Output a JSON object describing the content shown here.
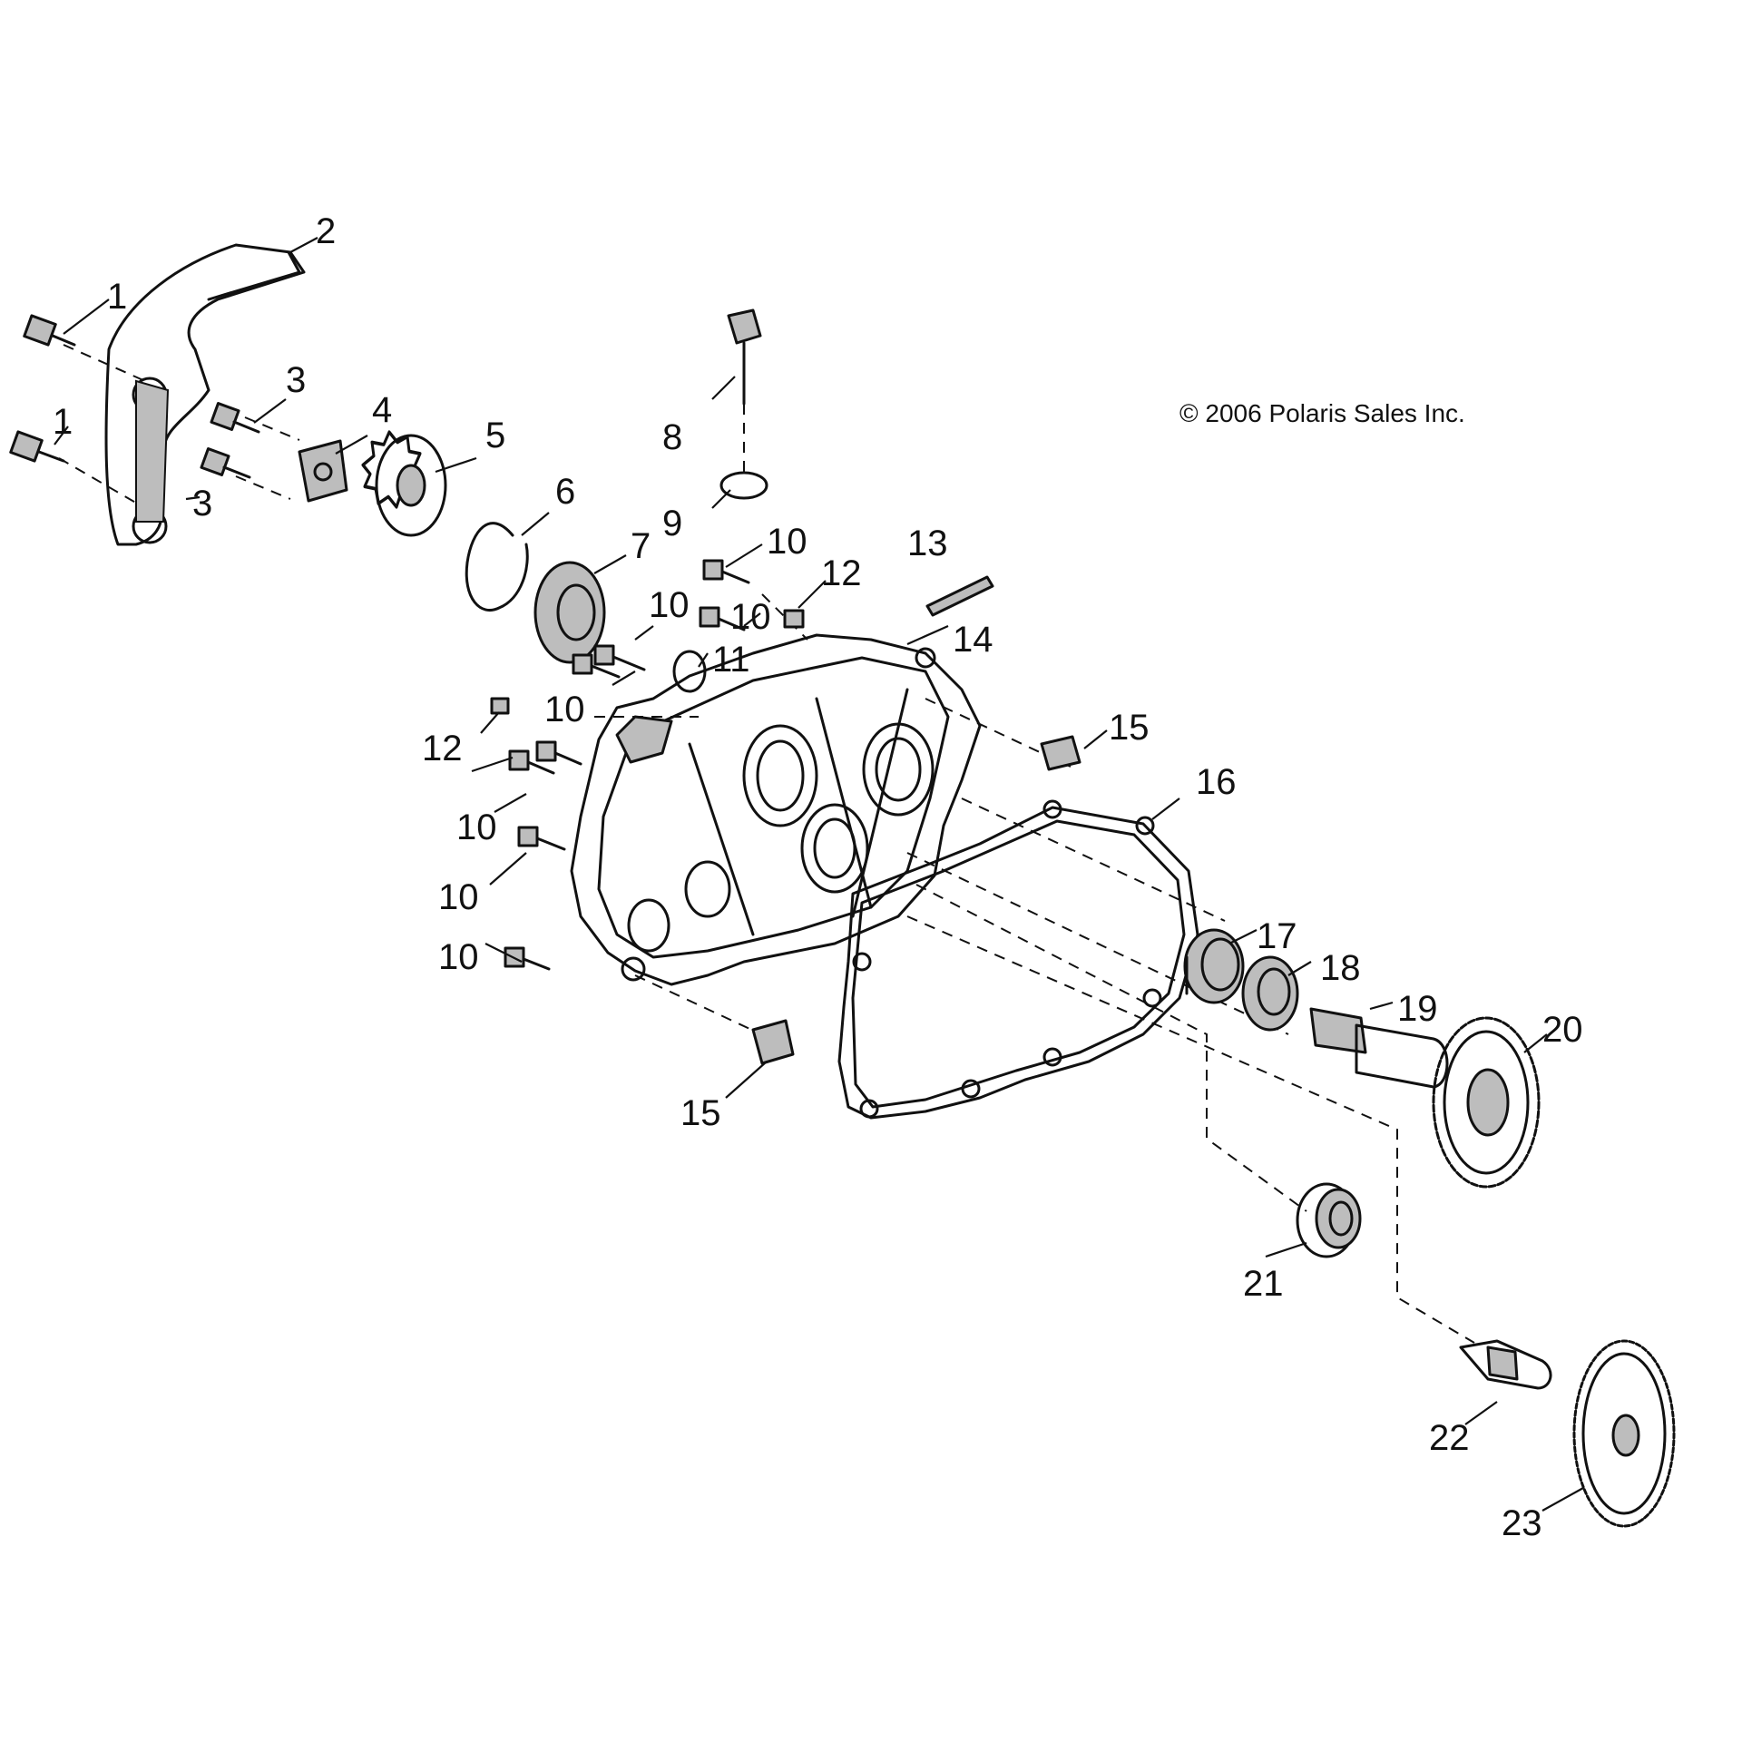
{
  "copyright": "© 2006 Polaris Sales Inc.",
  "callouts": [
    "1",
    "1",
    "2",
    "3",
    "3",
    "4",
    "5",
    "6",
    "7",
    "8",
    "9",
    "10",
    "10",
    "10",
    "10",
    "10",
    "10",
    "10",
    "11",
    "12",
    "12",
    "13",
    "14",
    "15",
    "15",
    "16",
    "17",
    "18",
    "19",
    "20",
    "21",
    "22",
    "23"
  ],
  "colors": {
    "line": "#111111",
    "background": "#ffffff",
    "shade": "#bdbdbd"
  }
}
